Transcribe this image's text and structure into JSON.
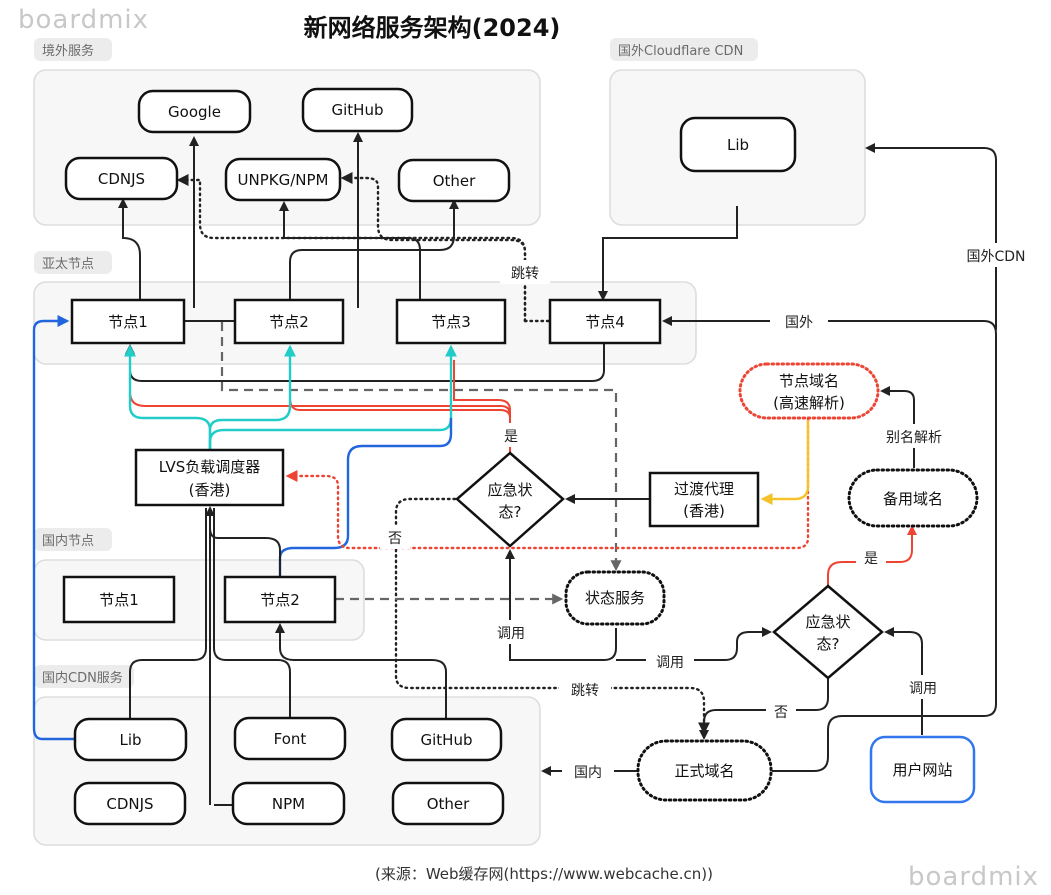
{
  "watermark": "boardmix",
  "title": "新网络服务架构(2024)",
  "source": "(来源：Web缓存网(https://www.webcache.cn))",
  "groups": {
    "overseas": "境外服务",
    "cloudflare": "国外Cloudflare CDN",
    "asia": "亚太节点",
    "domestic_nodes": "国内节点",
    "domestic_cdn": "国内CDN服务"
  },
  "nodes": {
    "google": "Google",
    "github_os": "GitHub",
    "cdnjs_os": "CDNJS",
    "unpkg": "UNPKG/NPM",
    "other_os": "Other",
    "lib_cf": "Lib",
    "node1": "节点1",
    "node2": "节点2",
    "node3": "节点3",
    "node4": "节点4",
    "lvs_l1": "LVS负载调度器",
    "lvs_l2": "(香港)",
    "dec1_l1": "应急状",
    "dec1_l2": "态?",
    "transit_l1": "过渡代理",
    "transit_l2": "(香港)",
    "nodedomain_l1": "节点域名",
    "nodedomain_l2": "(高速解析)",
    "backup": "备用域名",
    "cn_node1": "节点1",
    "cn_node2": "节点2",
    "status": "状态服务",
    "dec2_l1": "应急状",
    "dec2_l2": "态?",
    "lib_cn": "Lib",
    "font": "Font",
    "github_cn": "GitHub",
    "cdnjs_cn": "CDNJS",
    "npm": "NPM",
    "other_cn": "Other",
    "official": "正式域名",
    "user": "用户网站"
  },
  "labels": {
    "redirect_top": "跳转",
    "overseas_in": "国外",
    "overseas_cdn": "国外CDN",
    "alias": "别名解析",
    "yes1": "是",
    "no1": "否",
    "yes2": "是",
    "no2": "否",
    "call1": "调用",
    "call2": "调用",
    "call3": "调用",
    "redirect_bottom": "跳转",
    "domestic_in": "国内"
  },
  "colors": {
    "emergency_path": "#ee4433",
    "lvs_path": "#22ccc8",
    "domestic_to_node1": "#2266dd",
    "fast_resolve": "#f5c22a",
    "user_site_border": "#3377ee"
  }
}
